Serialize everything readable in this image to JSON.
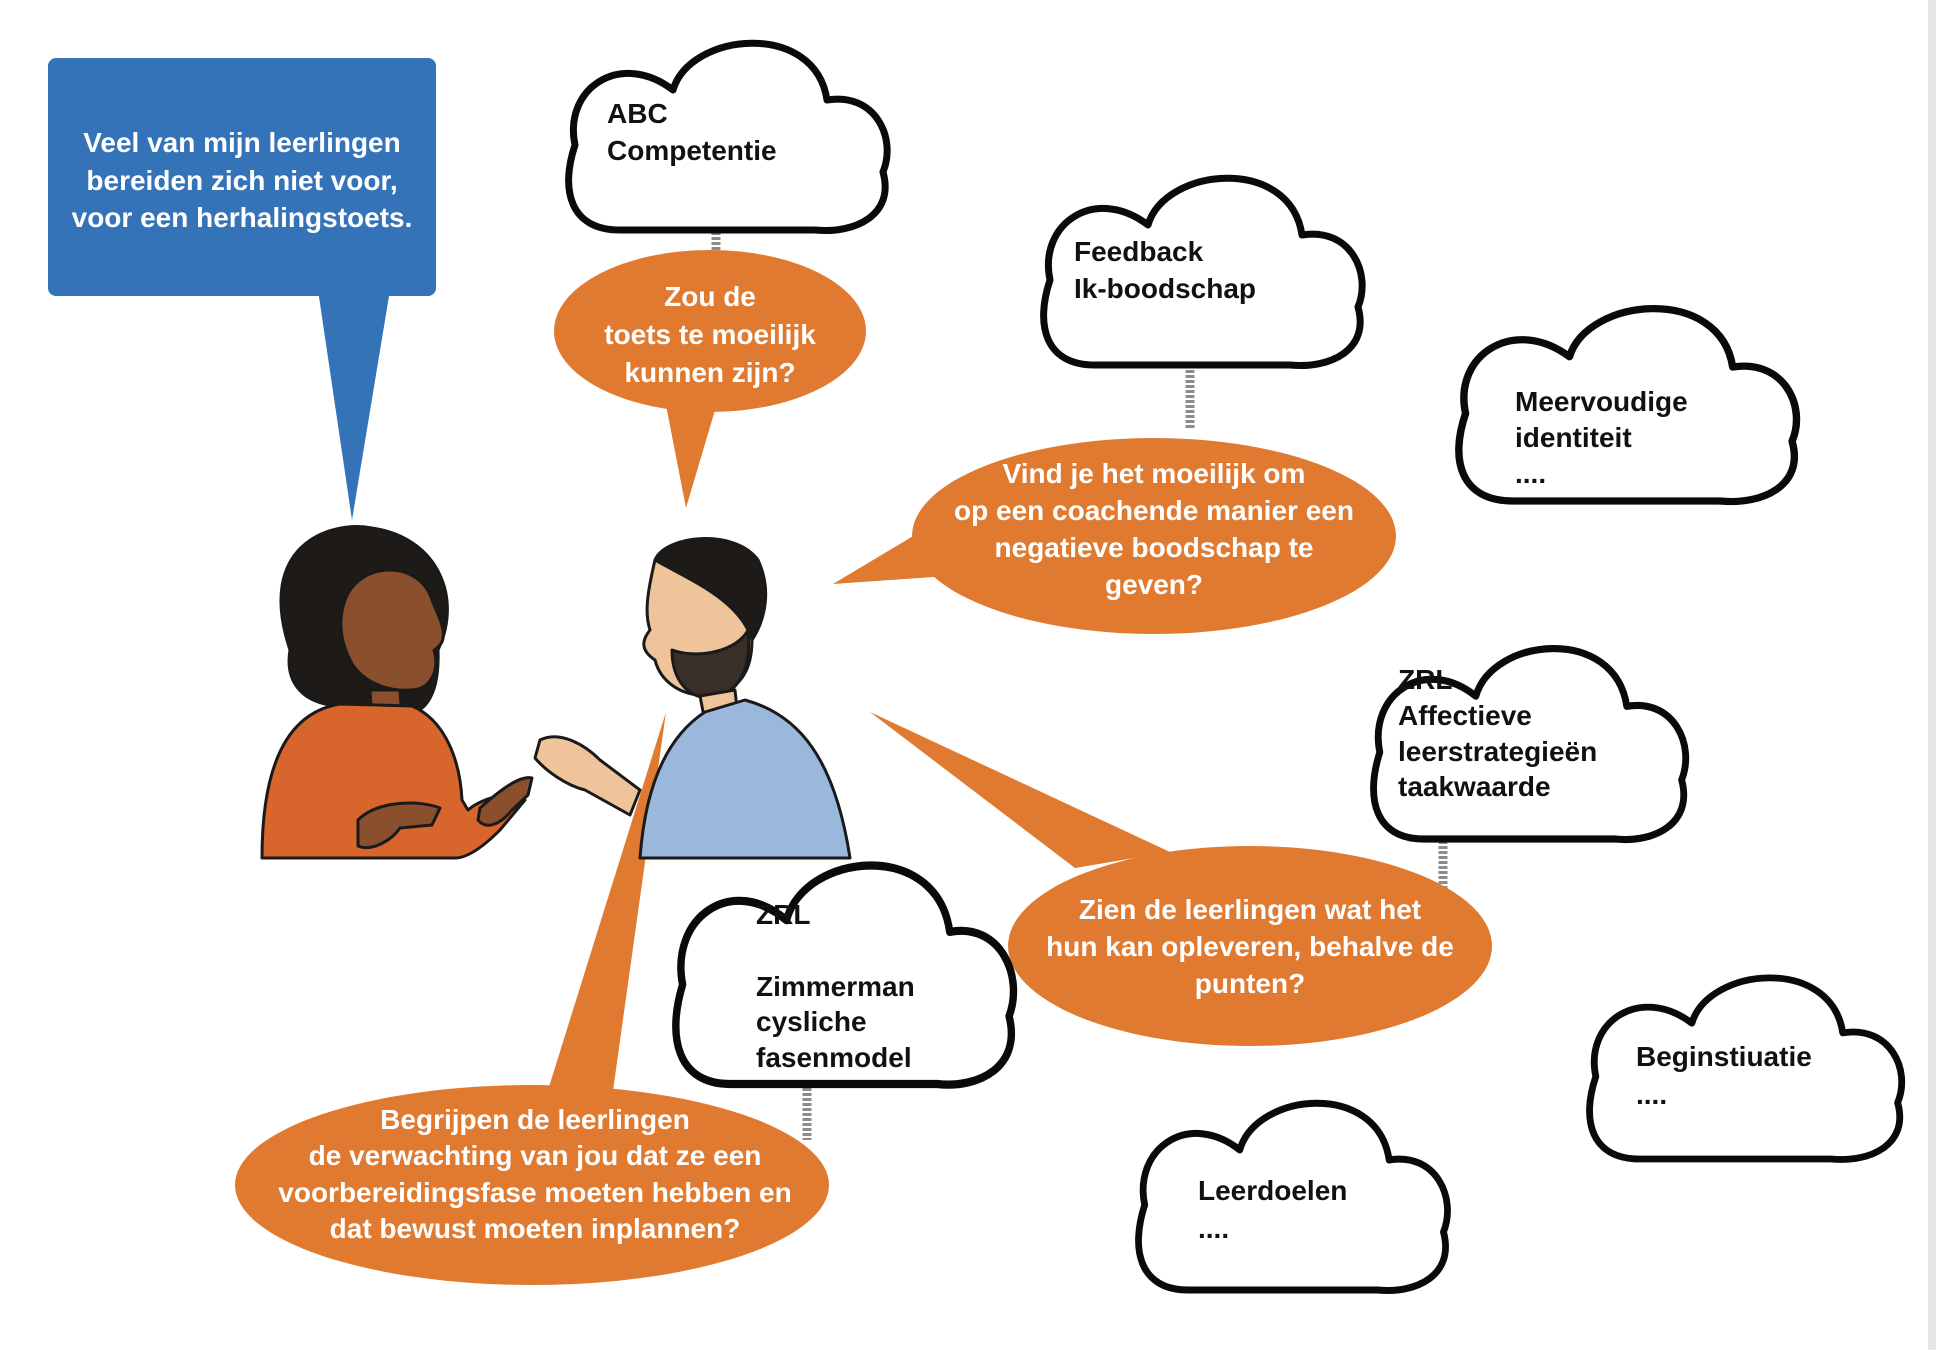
{
  "colors": {
    "blue": "#3573b8",
    "orange": "#e07a30",
    "connector": "#8c8c8c",
    "woman_shirt": "#d8652c",
    "woman_skin": "#8a4f2c",
    "man_shirt": "#9ab8dc",
    "man_skin": "#efc49a",
    "hair": "#1d1a18"
  },
  "teacher_bubble": {
    "text": "Veel van mijn leerlingen\nbereiden zich niet voor,\nvoor een herhalingstoets."
  },
  "questions": {
    "q1": "Zou de\ntoets te moeilijk\nkunnen zijn?",
    "q2": "Vind je het moeilijk om\nop een coachende manier een\nnegatieve boodschap  te\ngeven?",
    "q3": "Zien de leerlingen wat het\nhun kan opleveren, behalve de\npunten?",
    "q4": "Begrijpen de leerlingen\nde verwachting van jou dat ze een\nvoorbereidingsfase moeten hebben en\ndat bewust moeten inplannen?"
  },
  "clouds": {
    "abc": "ABC\nCompetentie",
    "feedback": "Feedback\nIk-boodschap",
    "identity": "Meervoudige\nidentiteit\n....",
    "zrl_affective": "ZRL\nAffectieve\nleerstrategieën\ntaakwaarde",
    "zrl_zimmerman": "ZRL\n\nZimmerman\ncysliche\nfasenmodel",
    "start": "Beginstiuatie\n....",
    "goals": "Leerdoelen\n...."
  }
}
